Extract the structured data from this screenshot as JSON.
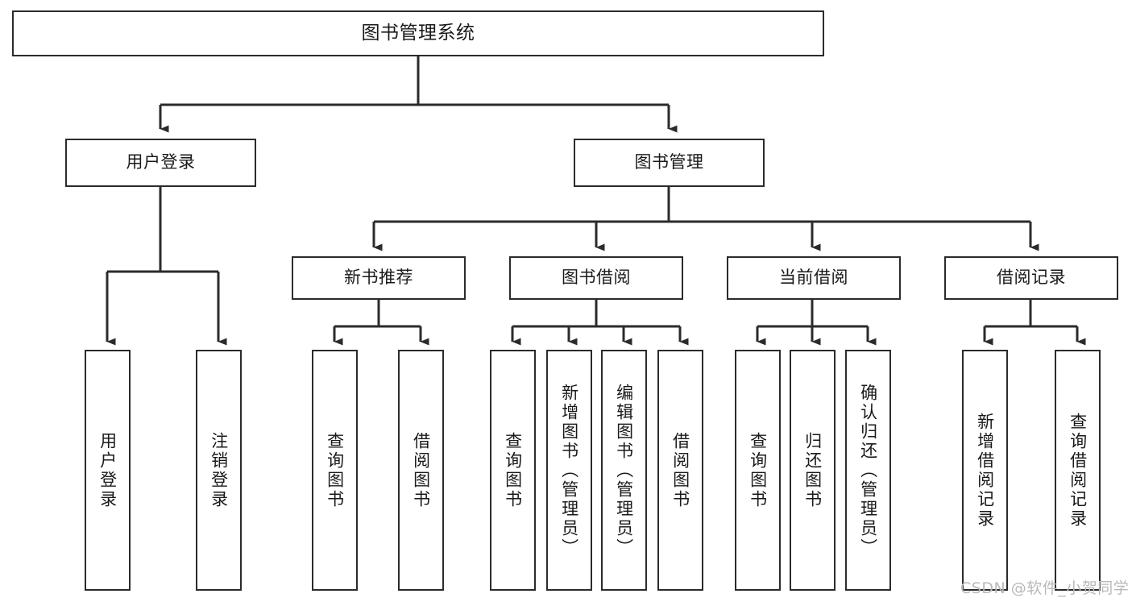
{
  "diagram": {
    "type": "hierarchy-tree",
    "title": "图书管理系统",
    "watermark": "CSDN @软件_小贺同学",
    "colors": {
      "box_border": "#2b2b2b",
      "box_fill": "#ffffff",
      "connector": "#2b2b2b",
      "text": "#1a1a1a",
      "watermark": "#b9b9b9"
    },
    "root": {
      "label": "图书管理系统",
      "orientation": "horizontal"
    },
    "level2": [
      {
        "label": "用户登录",
        "orientation": "horizontal"
      },
      {
        "label": "图书管理",
        "orientation": "horizontal"
      }
    ],
    "level3": [
      {
        "label": "新书推荐",
        "orientation": "horizontal",
        "parent": "图书管理"
      },
      {
        "label": "图书借阅",
        "orientation": "horizontal",
        "parent": "图书管理"
      },
      {
        "label": "当前借阅",
        "orientation": "horizontal",
        "parent": "图书管理"
      },
      {
        "label": "借阅记录",
        "orientation": "horizontal",
        "parent": "图书管理"
      }
    ],
    "leaves": [
      {
        "label": "用户登录",
        "orientation": "vertical",
        "parent": "用户登录"
      },
      {
        "label": "注销登录",
        "orientation": "vertical",
        "parent": "用户登录"
      },
      {
        "label": "查询图书",
        "orientation": "vertical",
        "parent": "新书推荐"
      },
      {
        "label": "借阅图书",
        "orientation": "vertical",
        "parent": "新书推荐"
      },
      {
        "label": "查询图书",
        "orientation": "vertical",
        "parent": "图书借阅"
      },
      {
        "label": "新增图书（管理员）",
        "orientation": "vertical",
        "parent": "图书借阅"
      },
      {
        "label": "编辑图书（管理员）",
        "orientation": "vertical",
        "parent": "图书借阅"
      },
      {
        "label": "借阅图书",
        "orientation": "vertical",
        "parent": "图书借阅"
      },
      {
        "label": "查询图书",
        "orientation": "vertical",
        "parent": "当前借阅"
      },
      {
        "label": "归还图书",
        "orientation": "vertical",
        "parent": "当前借阅"
      },
      {
        "label": "确认归还（管理员）",
        "orientation": "vertical",
        "parent": "当前借阅"
      },
      {
        "label": "新增借阅记录",
        "orientation": "vertical",
        "parent": "借阅记录"
      },
      {
        "label": "查询借阅记录",
        "orientation": "vertical",
        "parent": "借阅记录"
      }
    ]
  }
}
